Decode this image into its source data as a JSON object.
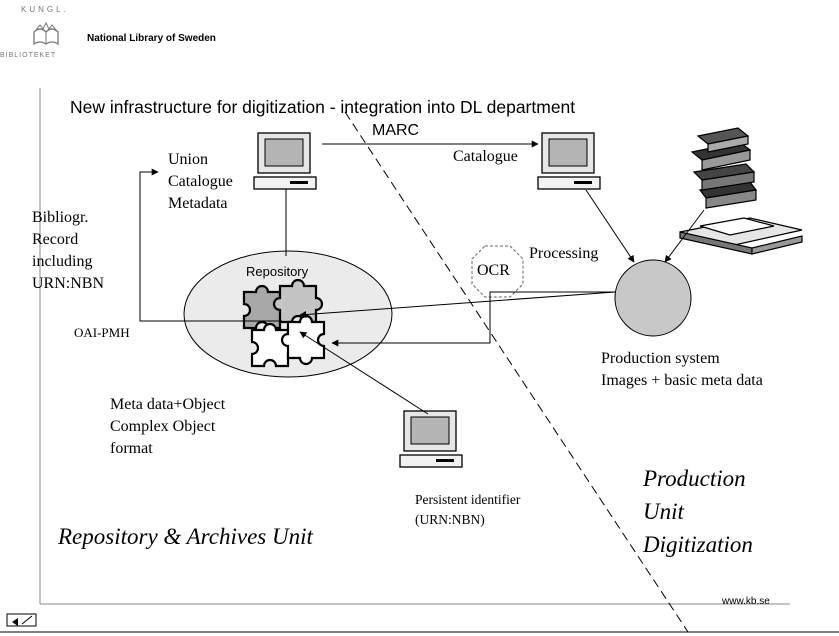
{
  "header": {
    "logo_arc_top": "KUNGL.",
    "logo_arc_bottom": "BIBLIOTEKET",
    "brand_name": "National Library of Sweden"
  },
  "slide": {
    "title": "New infrastructure  for digitization  - integration into DL department",
    "footer_url": "www.kb.se"
  },
  "labels": {
    "marc": "MARC",
    "catalogue": "Catalogue",
    "union_lines": [
      "Union",
      "Catalogue",
      "Metadata"
    ],
    "biblio_lines": [
      "Bibliogr.",
      "Record",
      "including",
      "URN:NBN"
    ],
    "oai_pmh": "OAI-PMH",
    "repository": "Repository",
    "ocr": "OCR",
    "processing": "Processing",
    "production_system_lines": [
      "Production system",
      "Images + basic meta data"
    ],
    "meta_object_lines": [
      "Meta data+Object",
      "Complex Object",
      "format"
    ],
    "persistent_lines": [
      "Persistent identifier",
      "(URN:NBN)"
    ],
    "repo_unit": "Repository & Archives Unit",
    "production_unit_lines": [
      "Production",
      "Unit",
      "Digitization"
    ]
  },
  "icons": {
    "logo": "crown-book-icon",
    "computer": "desktop-computer-icon",
    "books": "book-stack-icon",
    "scanner": "flatbed-scanner-icon",
    "puzzle": "puzzle-pieces-icon",
    "footer": "slide-nav-icon"
  },
  "colors": {
    "ellipse_fill": "#ebebeb",
    "production_circle": "#c8c8c8",
    "computer_screen": "#b4b4b4",
    "puzzle_fill": "#a8a8a8"
  }
}
